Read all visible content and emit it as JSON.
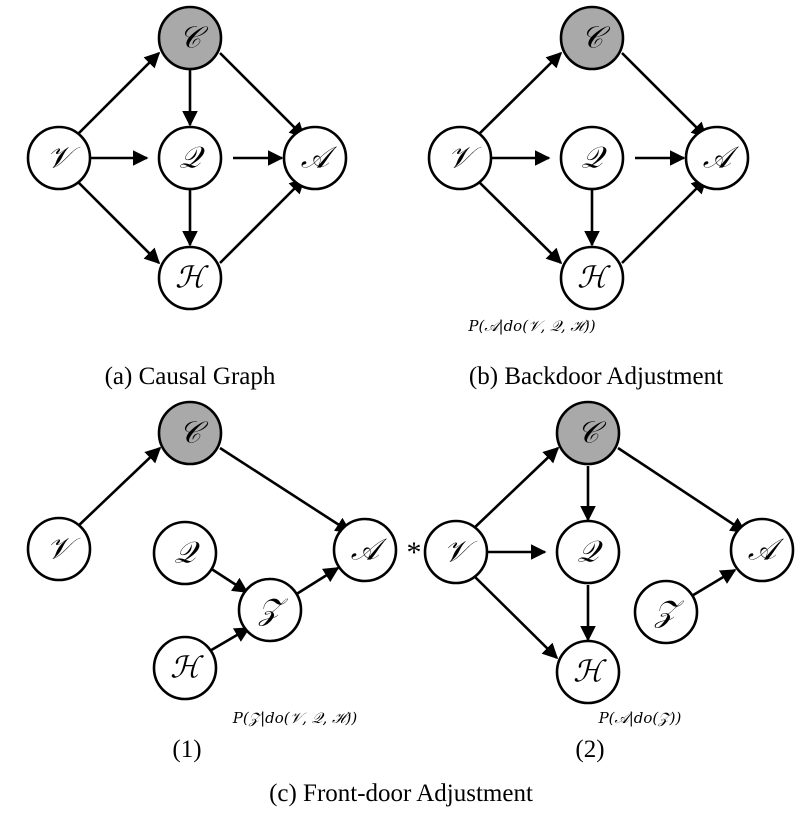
{
  "panels": {
    "a": {
      "caption": "(a) Causal Graph",
      "nodes": {
        "C": "𝒞",
        "V": "𝒱",
        "Q": "𝒬",
        "A": "𝒜",
        "H": "ℋ"
      }
    },
    "b": {
      "caption": "(b) Backdoor Adjustment",
      "formula": "P(𝒜|do(𝒱, 𝒬, ℋ))",
      "nodes": {
        "C": "𝒞",
        "V": "𝒱",
        "Q": "𝒬",
        "A": "𝒜",
        "H": "ℋ"
      }
    },
    "c": {
      "caption": "(c) Front-door Adjustment",
      "separator": "*",
      "step1": {
        "label": "(1)",
        "formula": "P(𝒵|do(𝒱, 𝒬, ℋ))",
        "nodes": {
          "C": "𝒞",
          "V": "𝒱",
          "Q": "𝒬",
          "A": "𝒜",
          "H": "ℋ",
          "Z": "𝒵"
        }
      },
      "step2": {
        "label": "(2)",
        "formula": "P(𝒜|do(𝒵))",
        "nodes": {
          "C": "𝒞",
          "V": "𝒱",
          "Q": "𝒬",
          "A": "𝒜",
          "H": "ℋ",
          "Z": "𝒵"
        }
      }
    }
  },
  "colors": {
    "confounder_fill": "#a9a9a9",
    "node_fill": "#ffffff",
    "stroke": "#000000"
  }
}
